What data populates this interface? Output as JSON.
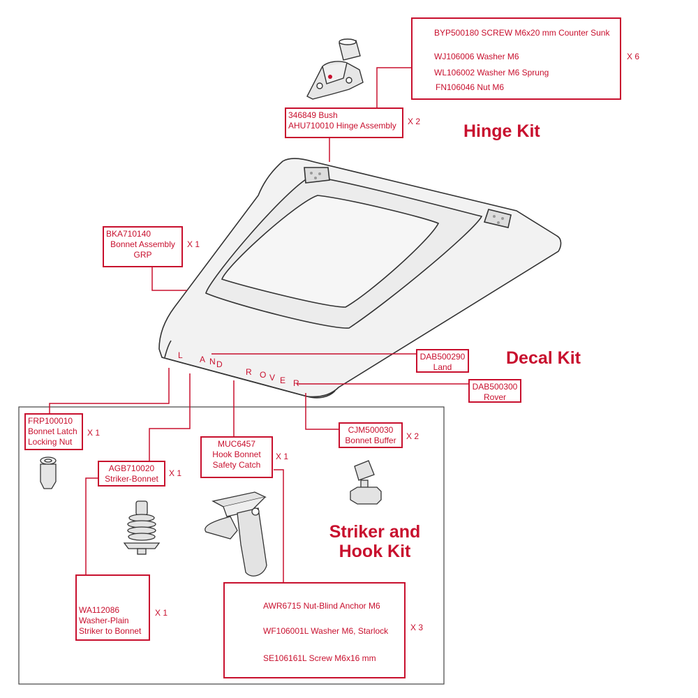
{
  "kits": {
    "hinge": "Hinge Kit",
    "decal": "Decal Kit",
    "striker_hook_line1": "Striker and",
    "striker_hook_line2": "Hook Kit"
  },
  "decal_letters": [
    "L",
    "A",
    "N",
    "D",
    "R",
    "O",
    "V",
    "E",
    "R"
  ],
  "hinge_fasteners": {
    "rows": [
      "BYP500180 SCREW M6x20 mm Counter Sunk",
      "WJ106006 Washer M6",
      "WL106002 Washer M6 Sprung",
      "FN106046 Nut  M6"
    ],
    "qty": "X 6"
  },
  "hinge_assembly": {
    "line1": "346849 Bush",
    "line2": "AHU710010 Hinge Assembly",
    "qty": "X 2"
  },
  "bonnet_assembly": {
    "line1": "BKA710140",
    "line2": "Bonnet  Assembly",
    "line3": "GRP",
    "qty": "X 1"
  },
  "decal_land": {
    "line1": "DAB500290",
    "line2": "Land"
  },
  "decal_rover": {
    "line1": "DAB500300",
    "line2": "Rover"
  },
  "latch_nut": {
    "line1": "FRP100010",
    "line2": "Bonnet Latch",
    "line3": "Locking Nut",
    "qty": "X 1"
  },
  "striker": {
    "line1": "AGB710020",
    "line2": "Striker-Bonnet",
    "qty": "X 1"
  },
  "hook": {
    "line1": "MUC6457",
    "line2": "Hook Bonnet",
    "line3": "Safety Catch",
    "qty": "X 1"
  },
  "buffer": {
    "line1": "CJM500030",
    "line2": "Bonnet Buffer",
    "qty": "X 2"
  },
  "washer_plain": {
    "line1": "WA112086",
    "line2": "Washer-Plain",
    "line3": "Striker to Bonnet",
    "qty": "X 1"
  },
  "hook_fasteners": {
    "rows": [
      "AWR6715 Nut-Blind Anchor M6",
      "WF106001L Washer M6, Starlock",
      "SE106161L Screw M6x16 mm"
    ],
    "qty": "X 3"
  },
  "colors": {
    "label": "#c8102e",
    "line_art": "#333333",
    "part_fill": "#e6e6e6"
  }
}
